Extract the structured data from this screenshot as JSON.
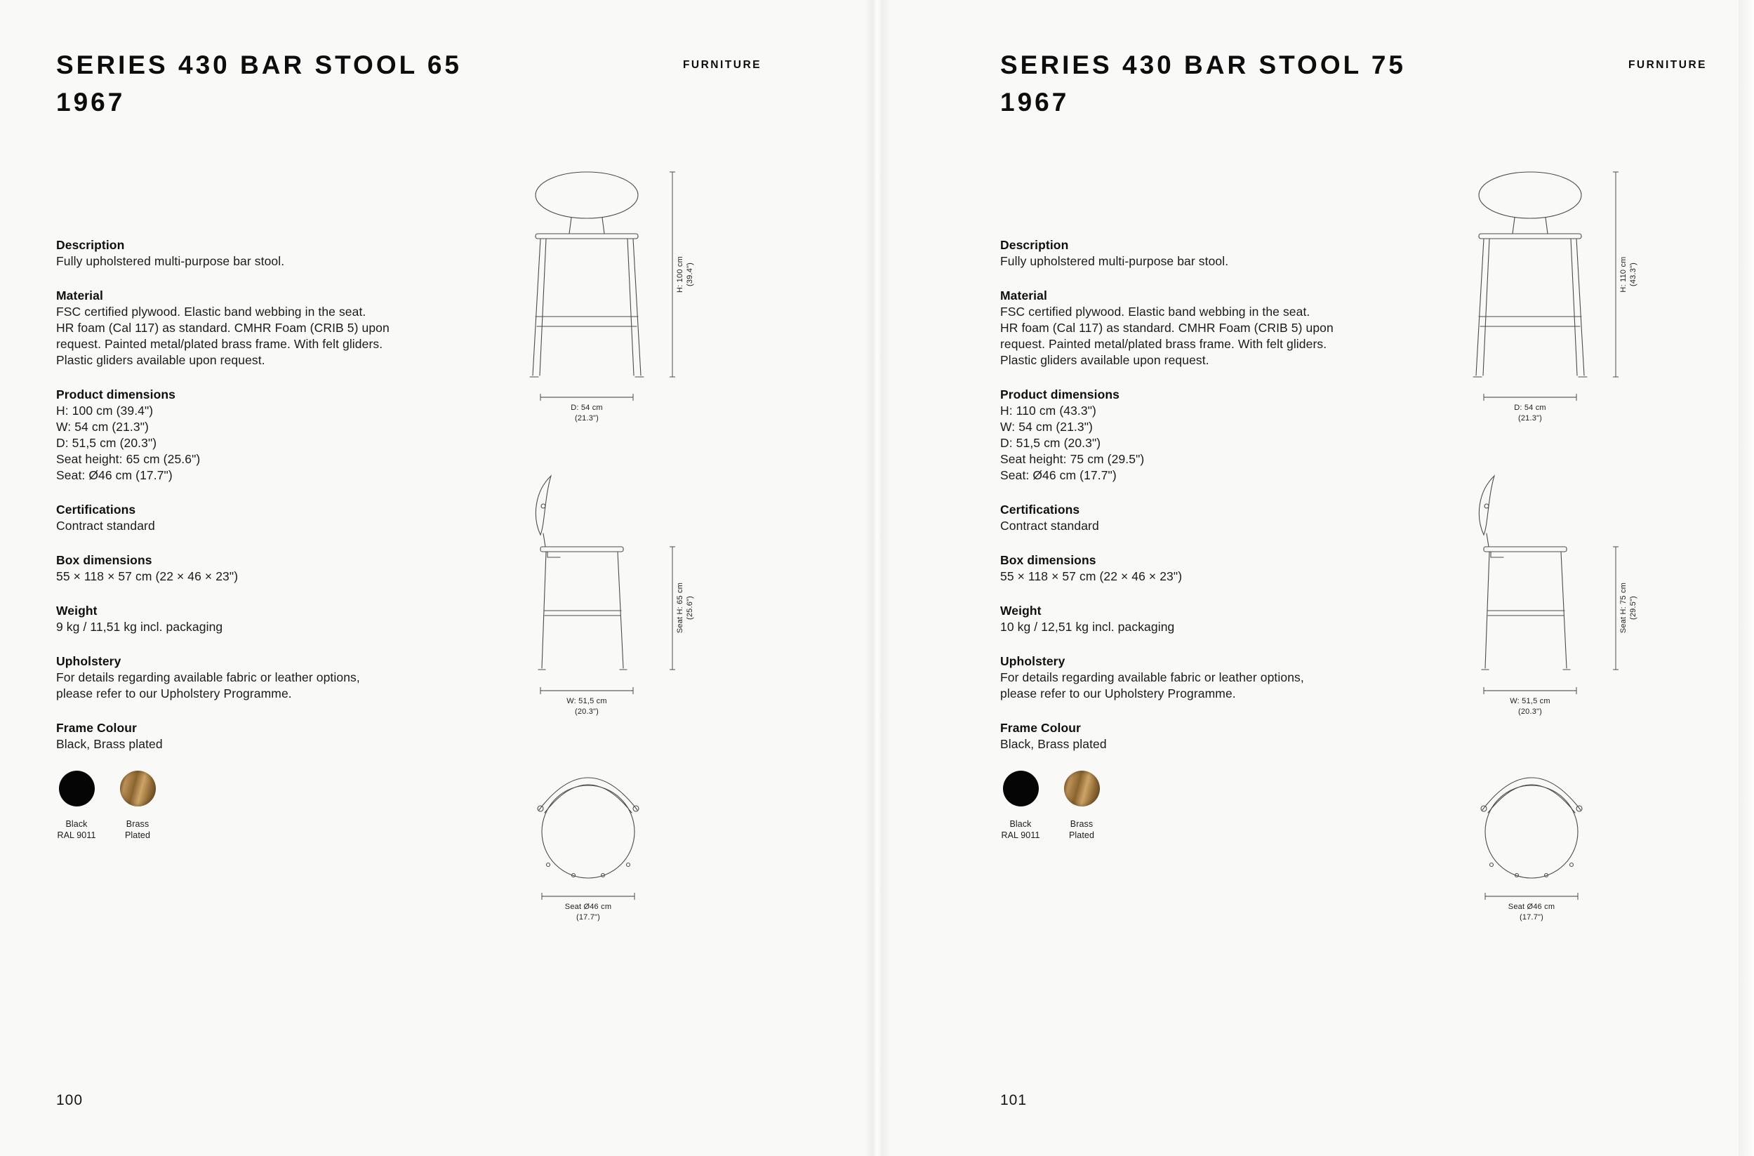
{
  "colors": {
    "background": "#f9f9f7",
    "text": "#161616",
    "swatch_black": "#050505",
    "swatch_brass": "#a8793c"
  },
  "pages": [
    {
      "category_label": "FURNITURE",
      "title": "SERIES 430 BAR STOOL 65",
      "year": "1967",
      "page_number": "100",
      "sections": {
        "description": {
          "heading": "Description",
          "lines": [
            "Fully upholstered multi-purpose bar stool."
          ]
        },
        "material": {
          "heading": "Material",
          "lines": [
            "FSC certified plywood. Elastic band webbing in the seat.",
            "HR foam (Cal 117) as standard. CMHR Foam (CRIB 5) upon",
            "request. Painted metal/plated brass frame. With felt gliders.",
            "Plastic gliders available upon request."
          ]
        },
        "product_dimensions": {
          "heading": "Product dimensions",
          "lines": [
            "H: 100 cm (39.4\")",
            "W: 54 cm (21.3\")",
            "D: 51,5 cm (20.3\")",
            "Seat height: 65 cm (25.6\")",
            "Seat: Ø46 cm (17.7\")"
          ]
        },
        "certifications": {
          "heading": "Certifications",
          "lines": [
            "Contract standard"
          ]
        },
        "box_dimensions": {
          "heading": "Box dimensions",
          "lines": [
            "55 × 118 × 57 cm (22 × 46 × 23\")"
          ]
        },
        "weight": {
          "heading": "Weight",
          "lines": [
            "9 kg / 11,51 kg incl. packaging"
          ]
        },
        "upholstery": {
          "heading": "Upholstery",
          "lines": [
            "For details regarding available fabric or leather options,",
            "please refer to our Upholstery Programme."
          ]
        },
        "frame_colour": {
          "heading": "Frame Colour",
          "lines": [
            "Black, Brass plated"
          ]
        }
      },
      "swatches": [
        {
          "name": "black",
          "color": "#050505",
          "label_line1": "Black",
          "label_line2": "RAL 9011"
        },
        {
          "name": "brass",
          "color": "#a8793c",
          "label_line1": "Brass",
          "label_line2": "Plated"
        }
      ],
      "drawing_dimensions": {
        "height": "H: 100 cm",
        "height_in": "(39.4\")",
        "depth": "D: 54 cm",
        "depth_in": "(21.3\")",
        "seat_height": "Seat H: 65 cm",
        "seat_height_in": "(25.6\")",
        "width": "W: 51,5 cm",
        "width_in": "(20.3\")",
        "seat_diameter": "Seat Ø46 cm",
        "seat_diameter_in": "(17.7\")"
      }
    },
    {
      "category_label": "FURNITURE",
      "title": "SERIES 430 BAR STOOL 75",
      "year": "1967",
      "page_number": "101",
      "sections": {
        "description": {
          "heading": "Description",
          "lines": [
            "Fully upholstered multi-purpose bar stool."
          ]
        },
        "material": {
          "heading": "Material",
          "lines": [
            "FSC certified plywood. Elastic band webbing in the seat.",
            "HR foam (Cal 117) as standard. CMHR Foam (CRIB 5) upon",
            "request. Painted metal/plated brass frame. With felt gliders.",
            "Plastic gliders available upon request."
          ]
        },
        "product_dimensions": {
          "heading": "Product dimensions",
          "lines": [
            "H: 110 cm (43.3\")",
            "W: 54 cm (21.3\")",
            "D: 51,5 cm (20.3\")",
            "Seat height: 75 cm (29.5\")",
            "Seat: Ø46 cm (17.7\")"
          ]
        },
        "certifications": {
          "heading": "Certifications",
          "lines": [
            "Contract standard"
          ]
        },
        "box_dimensions": {
          "heading": "Box dimensions",
          "lines": [
            "55 × 118 × 57 cm (22 × 46 × 23\")"
          ]
        },
        "weight": {
          "heading": "Weight",
          "lines": [
            "10 kg / 12,51 kg incl. packaging"
          ]
        },
        "upholstery": {
          "heading": "Upholstery",
          "lines": [
            "For details regarding available fabric or leather options,",
            "please refer to our Upholstery Programme."
          ]
        },
        "frame_colour": {
          "heading": "Frame Colour",
          "lines": [
            "Black, Brass plated"
          ]
        }
      },
      "swatches": [
        {
          "name": "black",
          "color": "#050505",
          "label_line1": "Black",
          "label_line2": "RAL 9011"
        },
        {
          "name": "brass",
          "color": "#a8793c",
          "label_line1": "Brass",
          "label_line2": "Plated"
        }
      ],
      "drawing_dimensions": {
        "height": "H: 110 cm",
        "height_in": "(43.3\")",
        "depth": "D: 54 cm",
        "depth_in": "(21.3\")",
        "seat_height": "Seat H: 75 cm",
        "seat_height_in": "(29.5\")",
        "width": "W: 51,5 cm",
        "width_in": "(20.3\")",
        "seat_diameter": "Seat Ø46 cm",
        "seat_diameter_in": "(17.7\")"
      }
    }
  ]
}
